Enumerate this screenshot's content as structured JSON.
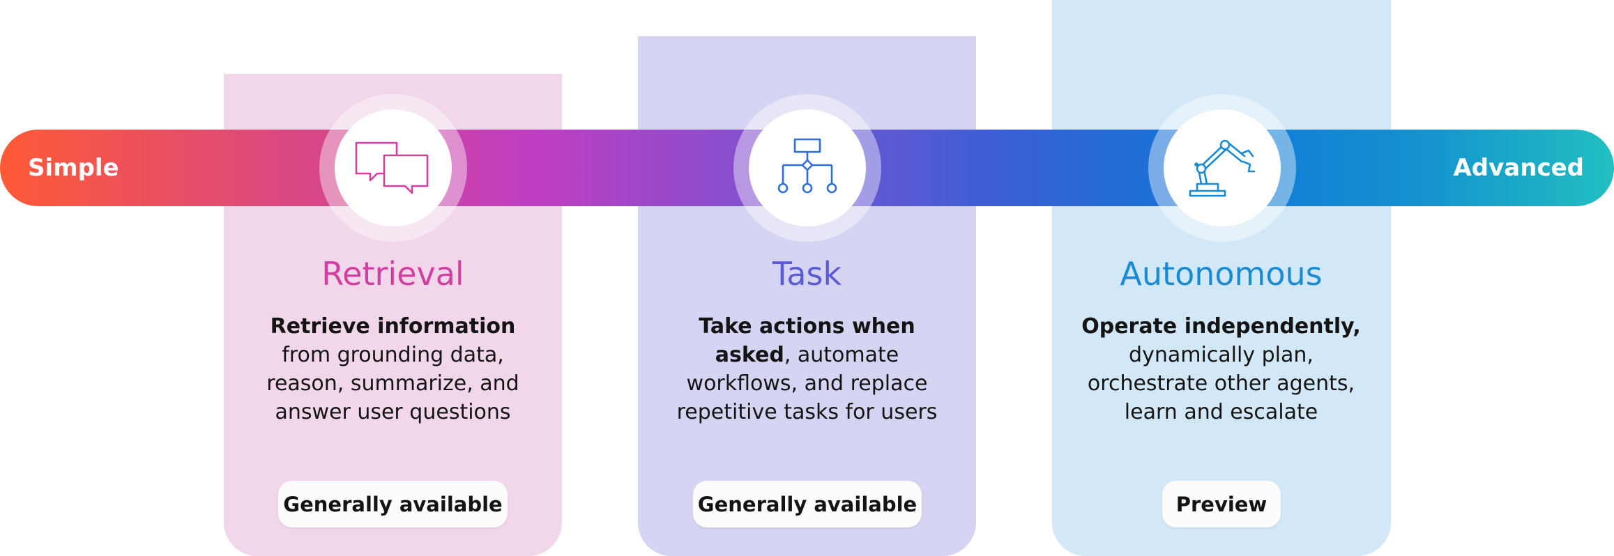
{
  "scale": {
    "start_label": "Simple",
    "end_label": "Advanced"
  },
  "colors": {
    "retrieval_accent": "#d13fa0",
    "task_accent": "#5b5bd6",
    "autonomous_accent": "#1a8ad4",
    "retrieval_card": "#f2d6ea",
    "task_card": "#d5d4f2",
    "autonomous_card": "#d2e8f6"
  },
  "agents": [
    {
      "title": "Retrieval",
      "icon": "chat-bubbles-icon",
      "desc_line1": "Retrieve information",
      "desc_line2": "from grounding data,",
      "desc_line3": "reason, summarize, and",
      "desc_line4": "answer user questions",
      "status": "Generally available"
    },
    {
      "title": "Task",
      "icon": "workflow-diagram-icon",
      "desc_line1": "Take actions when",
      "desc_line2_bold": "asked",
      "desc_line2_rest": ", automate",
      "desc_line3": "workflows, and replace",
      "desc_line4": "repetitive tasks for users",
      "status": "Generally available"
    },
    {
      "title": "Autonomous",
      "icon": "robot-arm-icon",
      "desc_line1": "Operate independently,",
      "desc_line2": "dynamically plan,",
      "desc_line3": "orchestrate other agents,",
      "desc_line4": "learn and escalate",
      "status": "Preview"
    }
  ]
}
